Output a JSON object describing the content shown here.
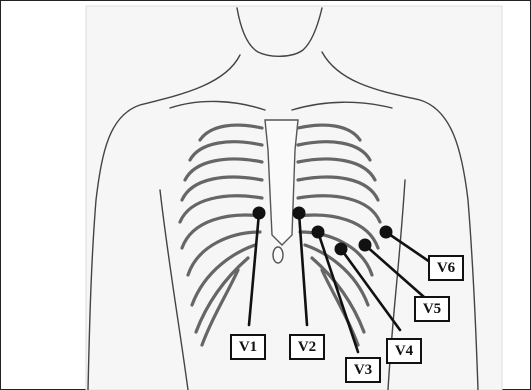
{
  "electrodes": [
    {
      "id": "V1",
      "label": "V1"
    },
    {
      "id": "V2",
      "label": "V2"
    },
    {
      "id": "V3",
      "label": "V3"
    },
    {
      "id": "V4",
      "label": "V4"
    },
    {
      "id": "V5",
      "label": "V5"
    },
    {
      "id": "V6",
      "label": "V6"
    }
  ],
  "colors": {
    "ink": "#111111",
    "outline": "#444444",
    "bone": "#666666",
    "background": "#ffffff"
  }
}
